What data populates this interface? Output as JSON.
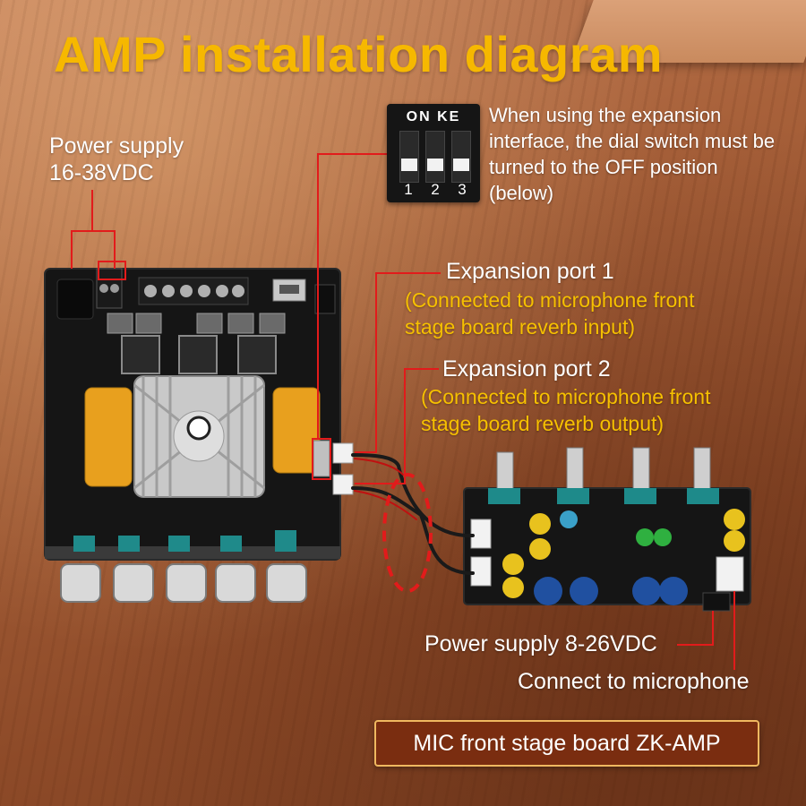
{
  "title": "AMP installation diagram",
  "power_supply_main": {
    "line1": "Power supply",
    "line2": "16-38VDC"
  },
  "dip_switch": {
    "header": "ON KE",
    "numbers": [
      "1",
      "2",
      "3"
    ]
  },
  "dip_note": "When using the expansion interface, the dial switch must be turned to the OFF position (below)",
  "expansion_port_1": {
    "label": "Expansion port 1",
    "note": "(Connected to microphone front stage board reverb input)"
  },
  "expansion_port_2": {
    "label": "Expansion port 2",
    "note": "(Connected to microphone front stage board reverb output)"
  },
  "power_supply_mic": "Power supply 8-26VDC",
  "connect_mic": "Connect to microphone",
  "model": "MIC front stage board ZK-AMP",
  "colors": {
    "title": "#f6b800",
    "note": "#f6c000",
    "callout_line": "#e21b1b",
    "model_box": "#7a2d10"
  }
}
